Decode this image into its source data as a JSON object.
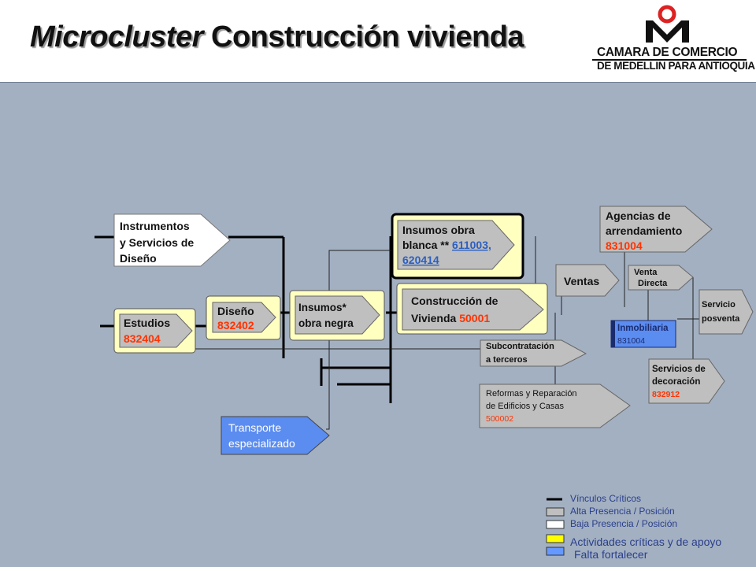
{
  "header": {
    "title_italic": "Microcluster",
    "title_rest": " Construcción vivienda",
    "logo_name": "CAMARA DE COMERCIO",
    "logo_sub": "DE MEDELLIN PARA ANTIOQUIA"
  },
  "nodes": {
    "instrumentos": [
      "Instrumentos",
      "y Servicios de",
      "Diseño"
    ],
    "estudios": {
      "label": "Estudios",
      "code": "832404"
    },
    "diseno": {
      "label": "Diseño",
      "code": "832402"
    },
    "insumos_negra": [
      "Insumos*",
      "obra negra"
    ],
    "insumos_blanca": {
      "lines": [
        "Insumos  obra",
        "blanca ** "
      ],
      "codes": [
        "611003,",
        "620414"
      ]
    },
    "construccion": {
      "lines": [
        "Construcción de",
        "Vivienda "
      ],
      "code": "50001"
    },
    "transporte": [
      "Transporte",
      "especializado"
    ],
    "ventas": "Ventas",
    "agencias": {
      "lines": [
        "Agencias de",
        "arrendamiento"
      ],
      "code": "831004"
    },
    "venta_directa": [
      "Venta",
      "Directa"
    ],
    "servicio_posventa": [
      "Servicio",
      "posventa"
    ],
    "inmobiliaria": {
      "label": "Inmobiliaria",
      "code": "831004"
    },
    "servicios_decoracion": {
      "lines": [
        "Servicios de",
        "decoración"
      ],
      "code": "832912"
    },
    "subcontratacion": [
      "Subcontratación",
      "a terceros"
    ],
    "reformas": {
      "lines": [
        "Reformas y Reparación",
        "de Edificios y Casas"
      ],
      "code": "500002"
    }
  },
  "legend": {
    "items": [
      "Vínculos Críticos",
      "Alta Presencia  / Posición",
      "Baja Presencia  / Posición",
      "Actividades críticas y de apoyo",
      "Falta fortalecer"
    ]
  },
  "colors": {
    "background": "#a3b0c2",
    "yellow_box": "#ffffc0",
    "gray_node": "#bfbfbf",
    "blue_node": "#5b8cf0",
    "code_red": "#ff3300",
    "link_blue": "#2b5fc0",
    "legend_text": "#2a3f8a",
    "legend_yellow": "#ffff00",
    "legend_blue": "#6699ff"
  }
}
